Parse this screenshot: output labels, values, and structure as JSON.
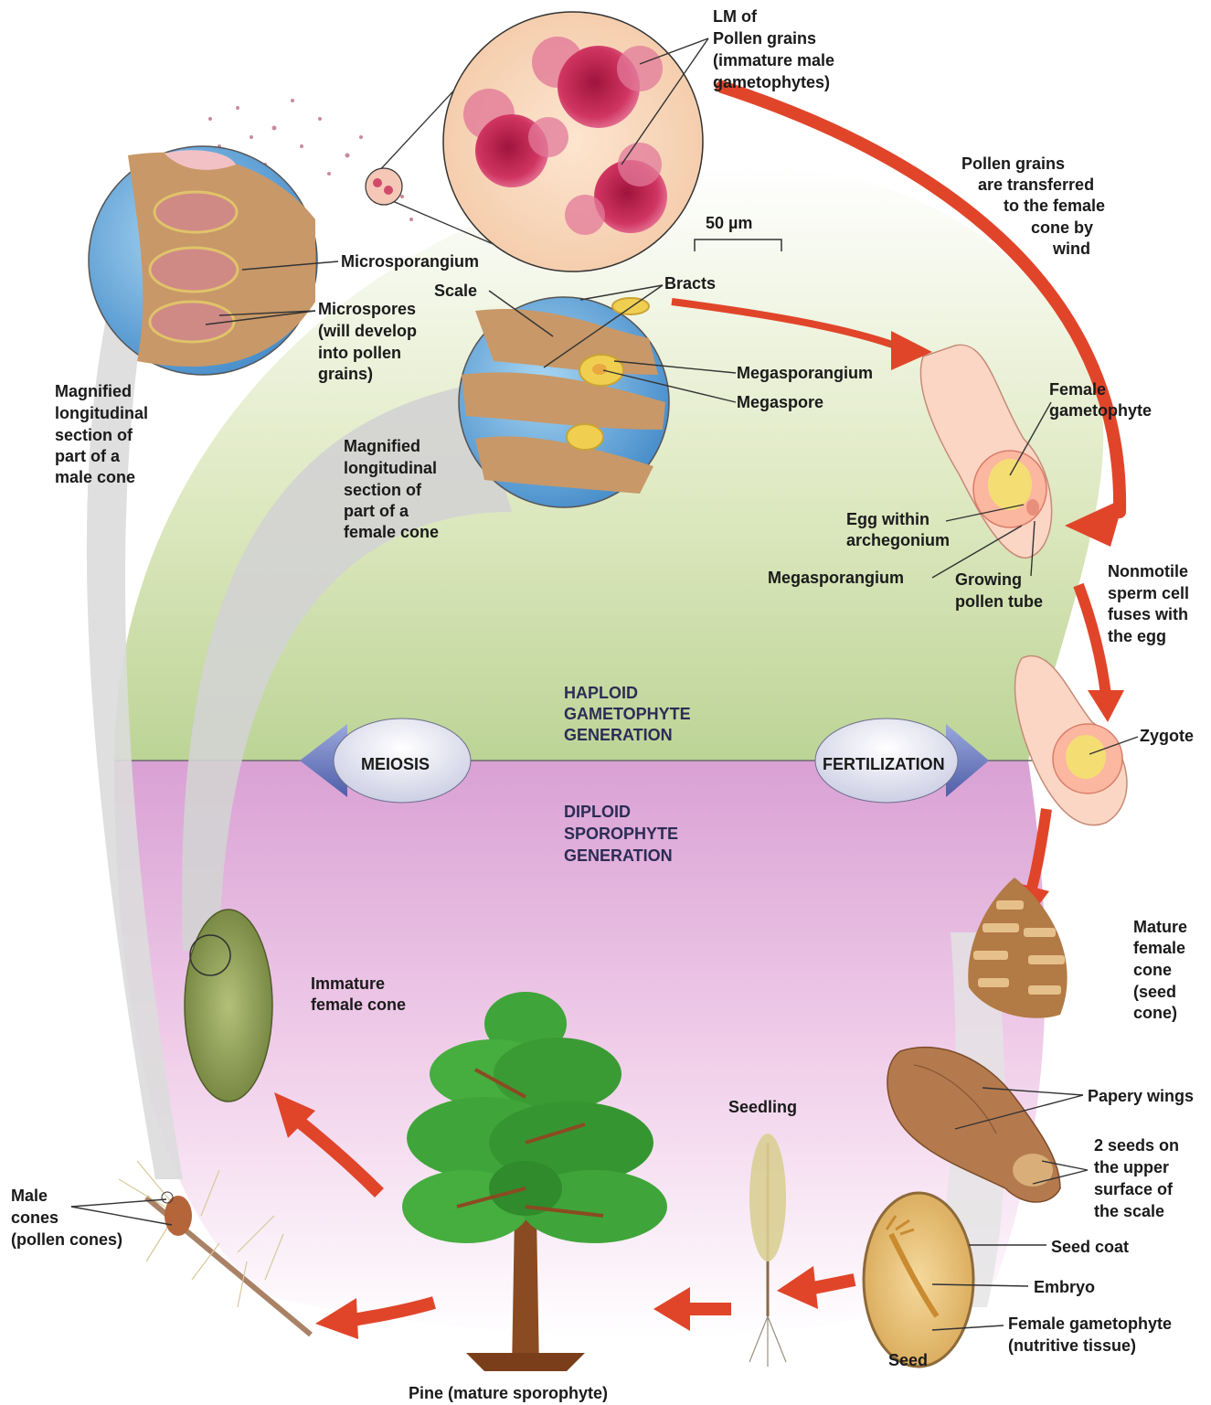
{
  "labels": {
    "lm_pollen": [
      "LM of",
      "Pollen grains",
      "(immature male",
      "gametophytes)"
    ],
    "pollen_transfer": [
      "Pollen grains",
      "are transferred",
      "to the female",
      "cone by",
      "wind"
    ],
    "scale_bar": "50 µm",
    "microsporangium": "Microsporangium",
    "microspores": [
      "Microspores",
      "(will develop",
      "into pollen",
      "grains)"
    ],
    "scale": "Scale",
    "bracts": "Bracts",
    "megasporangium_top": "Megasporangium",
    "megaspore": "Megaspore",
    "male_section": [
      "Magnified",
      "longitudinal",
      "section of",
      "part of a",
      "male cone"
    ],
    "female_section": [
      "Magnified",
      "longitudinal",
      "section of",
      "part of a",
      "female cone"
    ],
    "female_gametophyte": [
      "Female",
      "gametophyte"
    ],
    "egg": [
      "Egg within",
      "archegonium"
    ],
    "megasporangium_bottom": "Megasporangium",
    "pollen_tube": [
      "Growing",
      "pollen tube"
    ],
    "sperm": [
      "Nonmotile",
      "sperm cell",
      "fuses with",
      "the egg"
    ],
    "haploid": [
      "HAPLOID",
      "GAMETOPHYTE",
      "GENERATION"
    ],
    "meiosis": "MEIOSIS",
    "fertilization": "FERTILIZATION",
    "zygote": "Zygote",
    "diploid": [
      "DIPLOID",
      "SPOROPHYTE",
      "GENERATION"
    ],
    "mature_cone": [
      "Mature",
      "female",
      "cone",
      "(seed",
      "cone)"
    ],
    "immature_cone": [
      "Immature",
      "female cone"
    ],
    "seedling": "Seedling",
    "papery_wings": "Papery wings",
    "two_seeds": [
      "2 seeds on",
      "the upper",
      "surface of",
      "the scale"
    ],
    "seed_coat": "Seed coat",
    "embryo": "Embryo",
    "female_gametophyte_nutritive": [
      "Female gametophyte",
      "(nutritive tissue)"
    ],
    "seed": "Seed",
    "male_cones": [
      "Male",
      "cones",
      "(pollen cones)"
    ],
    "pine": "Pine (mature sporophyte)"
  },
  "colors": {
    "haploid_bg": "#cfe0a8",
    "diploid_bg": "#e8b8df",
    "arrow_red": "#e0452a",
    "arrow_blue": "#6f7fbf",
    "tissue": "#d9a97a",
    "pollen": "#c2214e",
    "tree_green": "#3fa53a"
  }
}
